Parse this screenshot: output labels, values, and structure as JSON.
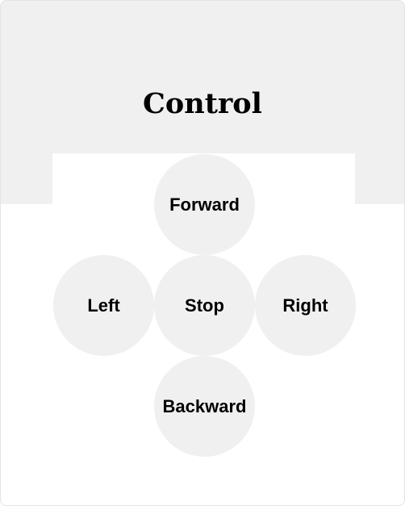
{
  "title": "Control",
  "buttons": {
    "forward": "Forward",
    "left": "Left",
    "stop": "Stop",
    "right": "Right",
    "backward": "Backward"
  },
  "colors": {
    "header_bg": "#f0f0f0",
    "button_bg": "#f0f0f0",
    "text": "#000000",
    "page_bg": "#ffffff"
  }
}
